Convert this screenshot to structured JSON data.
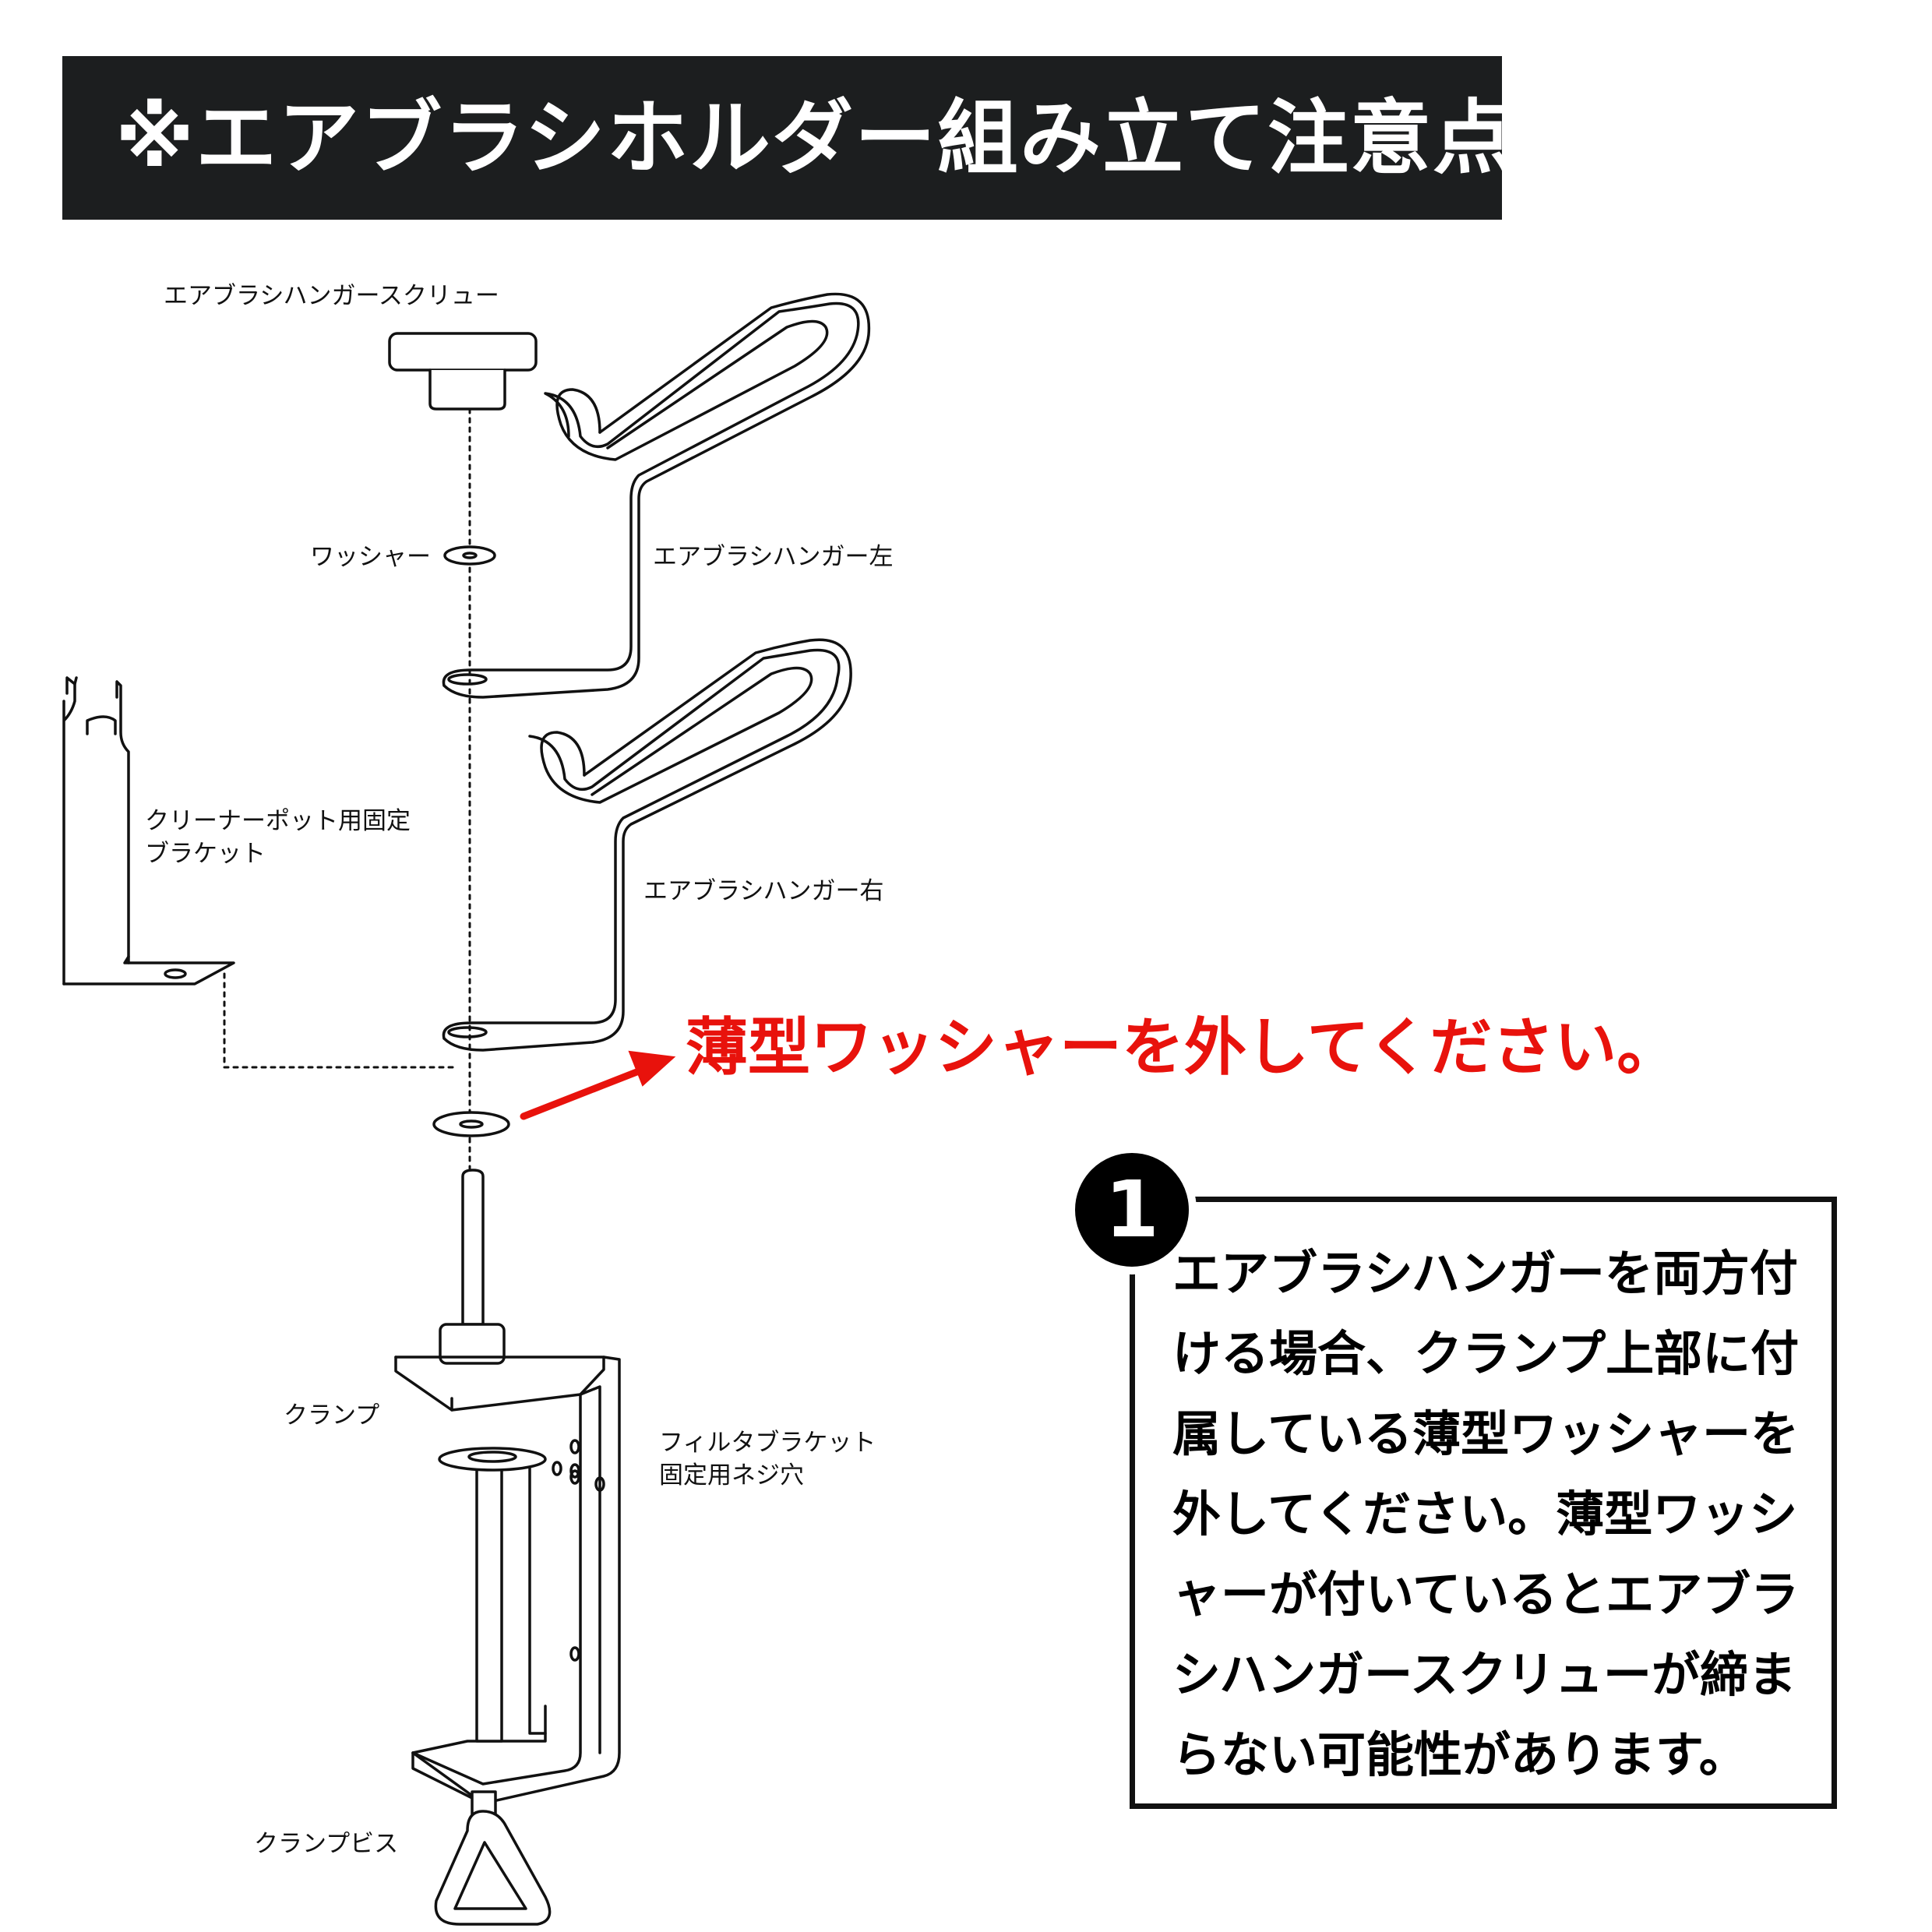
{
  "header": {
    "title": "※エアブラシホルダー組み立て注意点"
  },
  "labels": {
    "hanger_screw": "エアブラシハンガースクリュー",
    "washer": "ワッシャー",
    "hanger_left": "エアブラシハンガー左",
    "cleaner_bracket_line1": "クリーナーポット用固定",
    "cleaner_bracket_line2": "ブラケット",
    "hanger_right": "エアブラシハンガー右",
    "clamp": "クランプ",
    "filter_bracket_line1": "フィルタブラケット",
    "filter_bracket_line2": "固定用ネジ穴",
    "clamp_screw": "クランプビス"
  },
  "warning": "薄型ワッシャーを外してください。",
  "note": {
    "number": "1",
    "text": "エアブラシハンガーを両方付ける場合、クランプ上部に付属している薄型ワッシャーを外してください。薄型ワッシャーが付いているとエアブラシハンガースクリューが締まらない可能性があります。"
  },
  "colors": {
    "header_bg": "#1c1e1f",
    "warning_red": "#e8120c",
    "line": "#111111"
  }
}
